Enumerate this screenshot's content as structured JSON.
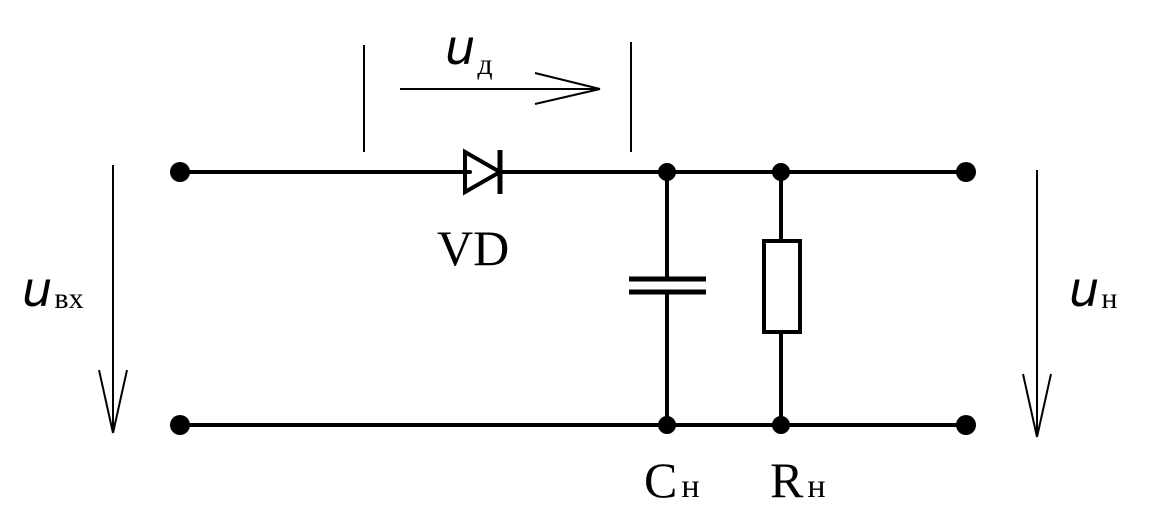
{
  "voltages": {
    "input": {
      "symbol": "u",
      "subscript": "вх"
    },
    "diode": {
      "symbol": "u",
      "subscript": "д"
    },
    "load": {
      "symbol": "u",
      "subscript": "н"
    }
  },
  "components": {
    "diode": {
      "label": "VD"
    },
    "capacitor": {
      "label": "C",
      "subscript": "н"
    },
    "resistor": {
      "label": "R",
      "subscript": "н"
    }
  }
}
